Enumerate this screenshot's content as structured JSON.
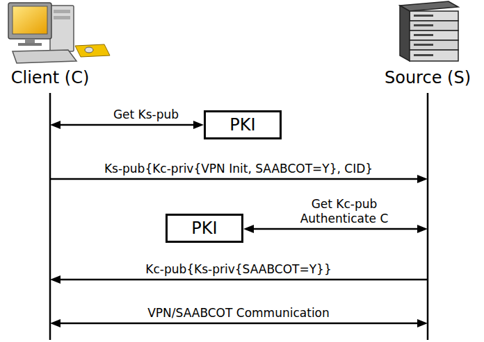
{
  "diagram": {
    "nodes": [
      {
        "text": [
          "Client (C)"
        ]
      },
      {
        "text": [
          "Source (S)"
        ]
      },
      {
        "text": [
          "PKI"
        ]
      },
      {
        "text": [
          "PKI"
        ]
      }
    ],
    "edges": [
      {
        "from": 0,
        "to": 2,
        "arrow": "both",
        "label": "Get Ks-pub"
      },
      {
        "from": 0,
        "to": 1,
        "arrow": "to",
        "label": "Ks-pub{Kc-priv{VPN Init, SAABCOT=Y}, CID}"
      },
      {
        "from": 1,
        "to": 3,
        "arrow": "both",
        "label": "Get Kc-pub Authenticate C"
      },
      {
        "from": 1,
        "to": 0,
        "arrow": "to",
        "label": "Kc-pub{Ks-priv{SAABCOT=Y}}"
      },
      {
        "from": 0,
        "to": 1,
        "arrow": "both",
        "label": "VPN/SAABCOT Communication"
      }
    ]
  }
}
